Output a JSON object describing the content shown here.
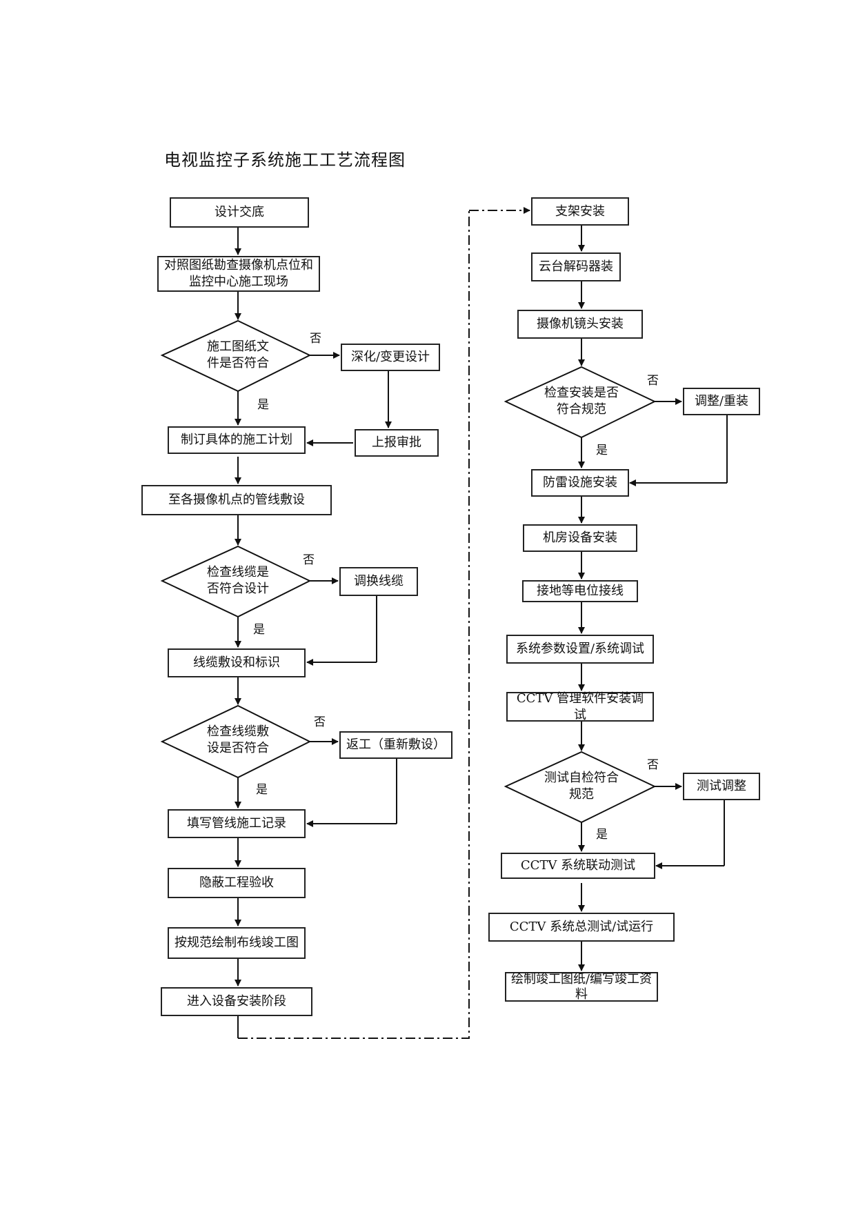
{
  "title": "电视监控子系统施工工艺流程图",
  "left": {
    "n1": "设计交底",
    "n2": "对照图纸勘查摄像机点位和监控中心施工现场",
    "d1": "施工图纸文件是否符合",
    "s1": "深化/变更设计",
    "s2": "上报审批",
    "n3": "制订具体的施工计划",
    "n4": "至各摄像机点的管线敷设",
    "d2": "检查线缆是否符合设计",
    "s3": "调换线缆",
    "n5": "线缆敷设和标识",
    "d3": "检查线缆敷设是否符合",
    "s4": "返工（重新敷设）",
    "n6": "填写管线施工记录",
    "n7": "隐蔽工程验收",
    "n8": "按规范绘制布线竣工图",
    "n9": "进入设备安装阶段"
  },
  "right": {
    "n1": "支架安装",
    "n2": "云台解码器装",
    "n3": "摄像机镜头安装",
    "d1": "检查安装是否符合规范",
    "s1": "调整/重装",
    "n4": "防雷设施安装",
    "n5": "机房设备安装",
    "n6": "接地等电位接线",
    "n7": "系统参数设置/系统调试",
    "n8": "CCTV 管理软件安装调试",
    "d2": "测试自检符合规范",
    "s2": "测试调整",
    "n9": "CCTV 系统联动测试",
    "n10": "CCTV 系统总测试/试运行",
    "n11": "绘制竣工图纸/编写竣工资料"
  },
  "yes": "是",
  "no": "否"
}
